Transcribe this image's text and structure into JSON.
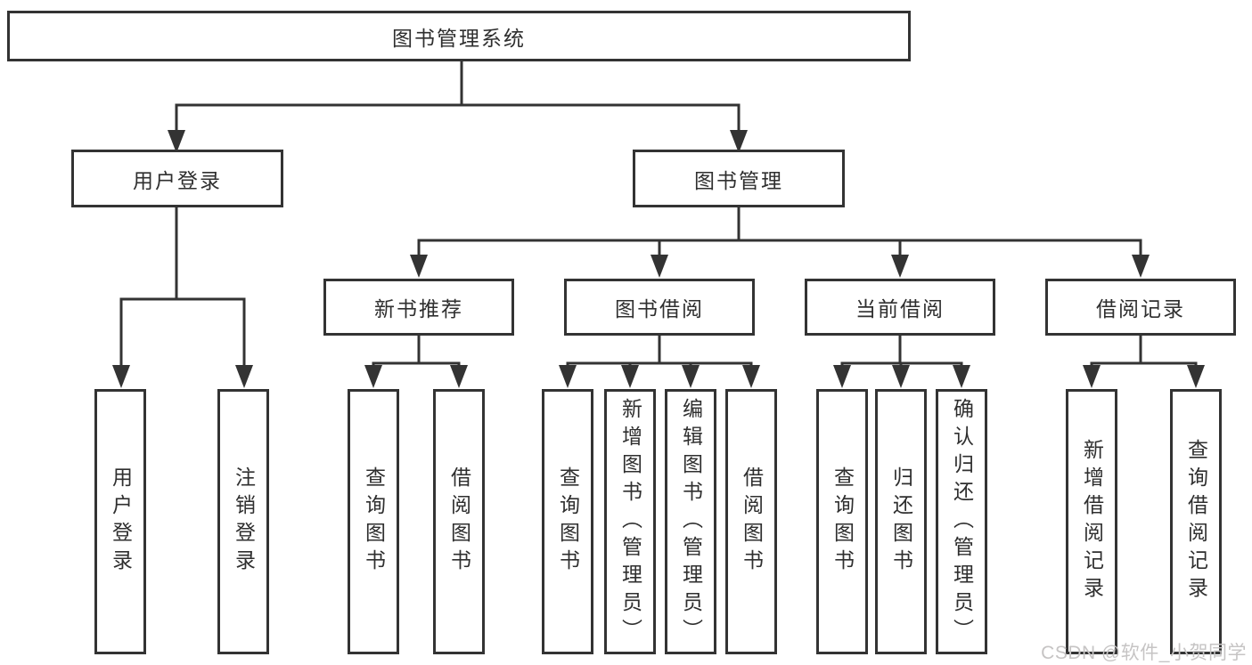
{
  "diagram": {
    "root": {
      "label": "图书管理系统"
    },
    "branches": [
      {
        "label": "用户登录",
        "children": [
          {
            "label": "用户登录"
          },
          {
            "label": "注销登录"
          }
        ]
      },
      {
        "label": "图书管理",
        "children": [
          {
            "label": "新书推荐",
            "children": [
              {
                "label": "查询图书"
              },
              {
                "label": "借阅图书"
              }
            ]
          },
          {
            "label": "图书借阅",
            "children": [
              {
                "label": "查询图书"
              },
              {
                "label": "新增图书（管理员）"
              },
              {
                "label": "编辑图书（管理员）"
              },
              {
                "label": "借阅图书"
              }
            ]
          },
          {
            "label": "当前借阅",
            "children": [
              {
                "label": "查询图书"
              },
              {
                "label": "归还图书"
              },
              {
                "label": "确认归还（管理员）"
              }
            ]
          },
          {
            "label": "借阅记录",
            "children": [
              {
                "label": "新增借阅记录"
              },
              {
                "label": "查询借阅记录"
              }
            ]
          }
        ]
      }
    ],
    "watermark": "CSDN @软件_小贺同学",
    "colors": {
      "background": "#ffffff",
      "box_border": "#333333",
      "box_fill": "#ffffff",
      "line": "#333333",
      "text": "#2f2f2f",
      "watermark": "#c6c4c4"
    }
  }
}
